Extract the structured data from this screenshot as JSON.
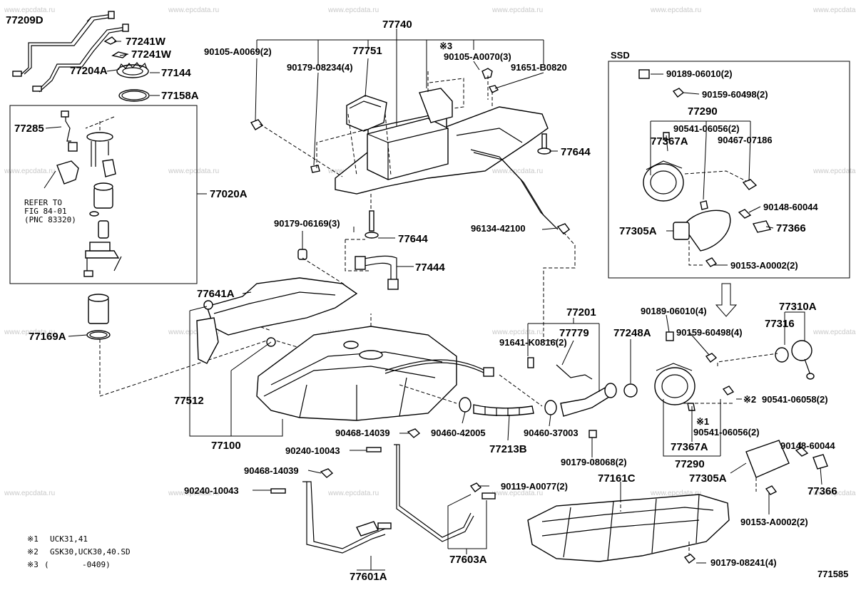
{
  "callouts": {
    "c77209D": "77209D",
    "c77241W_a": "77241W",
    "c77241W_b": "77241W",
    "c77204A": "77204A",
    "c77144": "77144",
    "c77158A": "77158A",
    "c77285": "77285",
    "c77020A": "77020A",
    "refer1": "REFER TO",
    "refer2": "FIG 84-01",
    "refer3": "(PNC 83320)",
    "c77169A": "77169A",
    "c77740": "77740",
    "c90105_A0069": "90105-A0069(2)",
    "c77751": "77751",
    "c90179_08234": "90179-08234(4)",
    "mark3": "※3",
    "c90105_A0070": "90105-A0070(3)",
    "c91651_B0820": "91651-B0820",
    "c77644_a": "77644",
    "c90179_06169": "90179-06169(3)",
    "c77644_b": "77644",
    "c96134_42100": "96134-42100",
    "c77444": "77444",
    "c77641A": "77641A",
    "c77512": "77512",
    "c77100": "77100",
    "ssd": "SSD",
    "ssd_90189_06010": "90189-06010(2)",
    "ssd_90159_60498": "90159-60498(2)",
    "ssd_77290": "77290",
    "ssd_90541_06056": "90541-06056(2)",
    "ssd_77367A": "77367A",
    "ssd_90467_07186": "90467-07186",
    "ssd_90148_60044": "90148-60044",
    "ssd_77305A": "77305A",
    "ssd_77366": "77366",
    "ssd_90153_A0002": "90153-A0002(2)",
    "c77201": "77201",
    "c90189_06010_4": "90189-06010(4)",
    "c77310A": "77310A",
    "c77779": "77779",
    "c77248A": "77248A",
    "c77316": "77316",
    "c91641_K0816": "91641-K0816(2)",
    "c90159_60498_4": "90159-60498(4)",
    "mark2": "※2",
    "c90541_06058": "90541-06058(2)",
    "mark1": "※1",
    "c90541_06056": "90541-06056(2)",
    "c90148_60044": "90148-60044",
    "c77367A": "77367A",
    "c77290": "77290",
    "c77305A": "77305A",
    "c77366": "77366",
    "c90153_A0002": "90153-A0002(2)",
    "c90468_14039_a": "90468-14039",
    "c90240_10043_a": "90240-10043",
    "c90460_42005": "90460-42005",
    "c77213B": "77213B",
    "c90460_37003": "90460-37003",
    "c90179_08068": "90179-08068(2)",
    "c90468_14039_b": "90468-14039",
    "c90240_10043_b": "90240-10043",
    "c90119_A0077": "90119-A0077(2)",
    "c77161C": "77161C",
    "c77603A": "77603A",
    "c77601A": "77601A",
    "c90179_08241": "90179-08241(4)",
    "fig_no": "771585"
  },
  "notes": [
    {
      "mark": "※1",
      "text": "UCK31,41"
    },
    {
      "mark": "※2",
      "text": "GSK30,UCK30,40.SD"
    },
    {
      "mark": "※3",
      "text": "(       -0409)"
    }
  ],
  "watermark": "www.epcdata.ru"
}
